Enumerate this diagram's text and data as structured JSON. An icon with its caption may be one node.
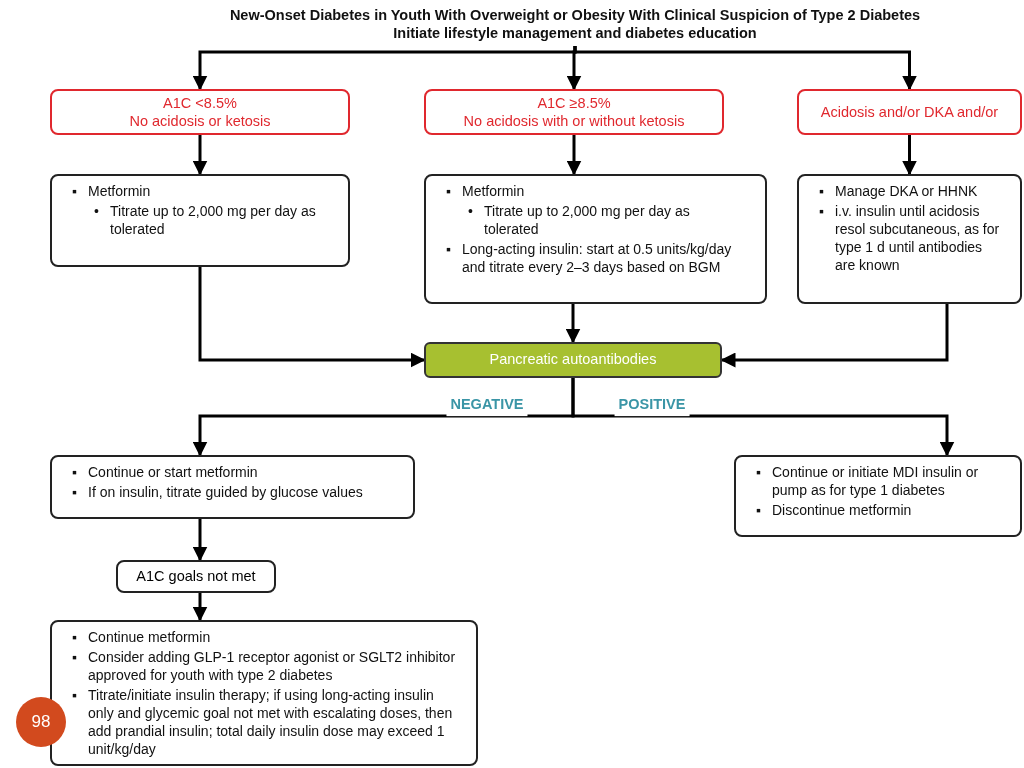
{
  "diagram": {
    "nodes": [
      {
        "text": [
          "New-Onset Diabetes in Youth With Overweight or Obesity With Clinical Suspicion of Type 2 Diabetes",
          "Initiate lifestyle management and diabetes education"
        ]
      },
      {
        "text": [
          "A1C <8.5%",
          "No acidosis or ketosis"
        ]
      },
      {
        "text": [
          "A1C ≥8.5%",
          "No acidosis with or without ketosis"
        ]
      },
      {
        "text": [
          "Acidosis and/or DKA and/or"
        ]
      },
      {
        "text": [
          "▪ Metformin",
          "• Titrate up to 2,000 mg per day as tolerated"
        ]
      },
      {
        "text": [
          "▪ Metformin",
          "• Titrate up to 2,000 mg per day as tolerated",
          "▪ Long-acting insulin: start at 0.5 units/kg/day and titrate every 2–3 days based on BGM"
        ]
      },
      {
        "text": [
          "▪ Manage DKA or HHNK",
          "▪ i.v. insulin until acidosis resol subcutaneous, as for type 1 d until antibodies are known"
        ]
      },
      {
        "text": [
          "Pancreatic autoantibodies"
        ]
      },
      {
        "text": [
          "▪ Continue or start metformin",
          "▪ If on insulin, titrate guided by glucose values"
        ]
      },
      {
        "text": [
          "▪ Continue or initiate MDI insulin or pump as for type 1 diabetes",
          "▪ Discontinue metformin"
        ]
      },
      {
        "text": [
          "A1C goals not met"
        ]
      },
      {
        "text": [
          "▪ Continue metformin",
          "▪ Consider adding GLP-1 receptor agonist or SGLT2 inhibitor approved for youth with type 2 diabetes",
          "▪ Titrate/initiate insulin therapy; if using long-acting insulin only and glycemic goal not met with escalating doses, then add prandial insulin; total daily insulin dose may exceed 1 unit/kg/day"
        ]
      },
      {
        "text": [
          "98"
        ]
      }
    ],
    "edges": [
      {
        "from": 0,
        "to": 1,
        "arrow": "to"
      },
      {
        "from": 0,
        "to": 2,
        "arrow": "to"
      },
      {
        "from": 0,
        "to": 3,
        "arrow": "to"
      },
      {
        "from": 1,
        "to": 4,
        "arrow": "to"
      },
      {
        "from": 2,
        "to": 5,
        "arrow": "to"
      },
      {
        "from": 3,
        "to": 6,
        "arrow": "to"
      },
      {
        "from": 4,
        "to": 7,
        "arrow": "to"
      },
      {
        "from": 5,
        "to": 7,
        "arrow": "to"
      },
      {
        "from": 6,
        "to": 7,
        "arrow": "to"
      },
      {
        "from": 7,
        "to": 8,
        "label": "NEGATIVE",
        "arrow": "to"
      },
      {
        "from": 7,
        "to": 9,
        "label": "POSITIVE",
        "arrow": "to"
      },
      {
        "from": 8,
        "to": 10,
        "arrow": "to"
      },
      {
        "from": 10,
        "to": 11,
        "arrow": "to"
      }
    ]
  }
}
